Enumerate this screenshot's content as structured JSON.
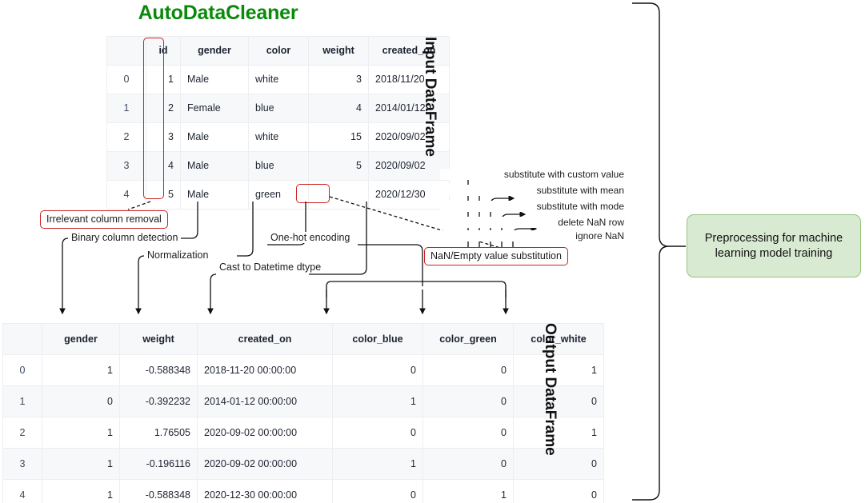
{
  "title": "AutoDataCleaner",
  "title_color": "#0a8a0a",
  "input_panel": {
    "side_label": "Input DataFrame",
    "columns": [
      "",
      "id",
      "gender",
      "color",
      "weight",
      "created_on"
    ],
    "rows": [
      {
        "index": "0",
        "id": "1",
        "gender": "Male",
        "color": "white",
        "weight": "3",
        "created_on": "2018/11/20"
      },
      {
        "index": "1",
        "id": "2",
        "gender": "Female",
        "color": "blue",
        "weight": "4",
        "created_on": "2014/01/12"
      },
      {
        "index": "2",
        "id": "3",
        "gender": "Male",
        "color": "white",
        "weight": "15",
        "created_on": "2020/09/02"
      },
      {
        "index": "3",
        "id": "4",
        "gender": "Male",
        "color": "blue",
        "weight": "5",
        "created_on": "2020/09/02"
      },
      {
        "index": "4",
        "id": "5",
        "gender": "Male",
        "color": "green",
        "weight": "",
        "created_on": "2020/12/30"
      }
    ],
    "highlights": [
      {
        "name": "id-column-highlight",
        "color": "#cc2222"
      },
      {
        "name": "nan-cell-highlight",
        "color": "#cc2222"
      }
    ]
  },
  "output_panel": {
    "side_label": "Output DataFrame",
    "columns": [
      "",
      "gender",
      "weight",
      "created_on",
      "color_blue",
      "color_green",
      "color_white"
    ],
    "rows": [
      {
        "index": "0",
        "gender": "1",
        "weight": "-0.588348",
        "created_on": "2018-11-20 00:00:00",
        "color_blue": "0",
        "color_green": "0",
        "color_white": "1"
      },
      {
        "index": "1",
        "gender": "0",
        "weight": "-0.392232",
        "created_on": "2014-01-12 00:00:00",
        "color_blue": "1",
        "color_green": "0",
        "color_white": "0"
      },
      {
        "index": "2",
        "gender": "1",
        "weight": "1.76505",
        "created_on": "2020-09-02 00:00:00",
        "color_blue": "0",
        "color_green": "0",
        "color_white": "1"
      },
      {
        "index": "3",
        "gender": "1",
        "weight": "-0.196116",
        "created_on": "2020-09-02 00:00:00",
        "color_blue": "1",
        "color_green": "0",
        "color_white": "0"
      },
      {
        "index": "4",
        "gender": "1",
        "weight": "-0.588348",
        "created_on": "2020-12-30 00:00:00",
        "color_blue": "0",
        "color_green": "1",
        "color_white": "0"
      }
    ]
  },
  "steps": {
    "irrelevant_column_removal": "Irrelevant column removal",
    "binary_column_detection": "Binary column detection",
    "normalization": "Normalization",
    "cast_to_datetime": "Cast to Datetime dtype",
    "one_hot_encoding": "One-hot encoding",
    "nan_substitution": "NaN/Empty value substitution"
  },
  "nan_strategies": [
    "substitute with custom value",
    "substitute with mean",
    "substitute with mode",
    "delete NaN row",
    "ignore NaN"
  ],
  "outcome": {
    "text": "Preprocessing for machine learning model training",
    "fill_color": "#d9ead3",
    "border_color": "#93c47d"
  }
}
